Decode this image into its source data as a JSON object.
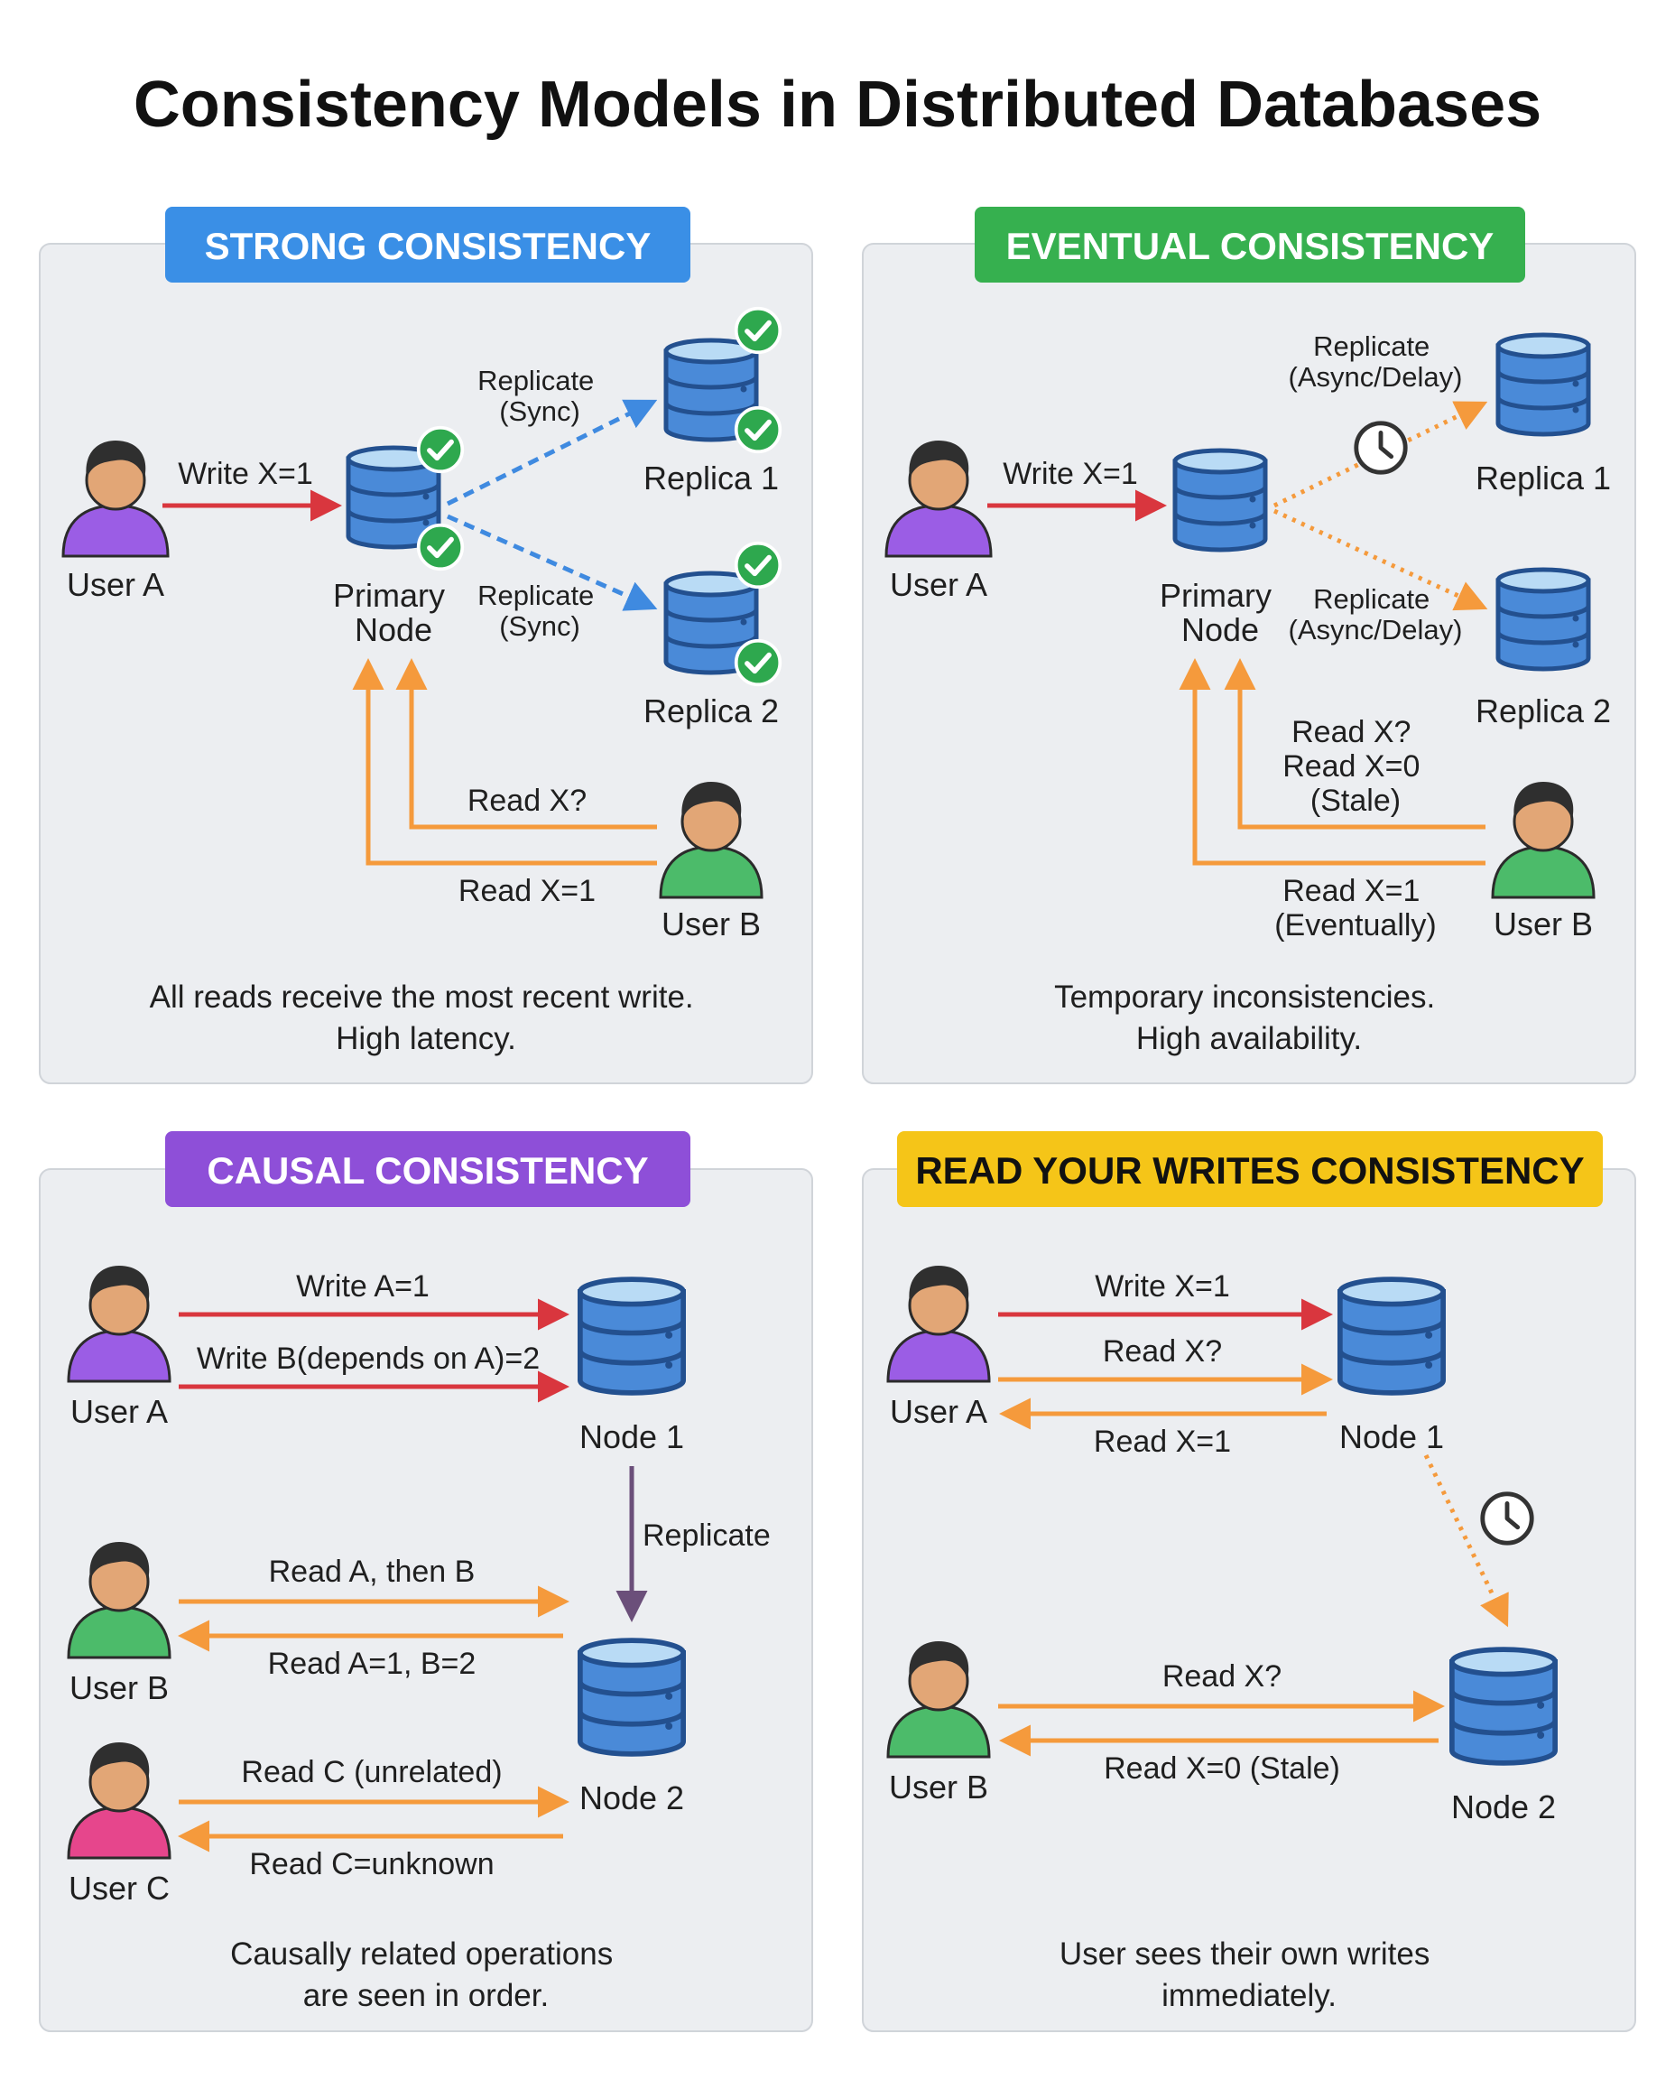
{
  "title": "Consistency Models in Distributed Databases",
  "colors": {
    "strong": "#3a8fe6",
    "eventual": "#36b04f",
    "causal": "#8e4fd8",
    "ryw": "#f5c518",
    "write_arrow": "#d9363e",
    "read_arrow": "#f59a3c",
    "sync_arrow": "#3f8ae0",
    "replicate_arrow": "#6b4f7a",
    "db_fill": "#4a8ad8",
    "db_top": "#b9dbf5",
    "db_stroke": "#23508f",
    "check": "#2ea84e",
    "panel_bg": "#eceef1",
    "panel_border": "#d0d4d9"
  },
  "strong": {
    "badge": "STRONG CONSISTENCY",
    "user_a": "User A",
    "write_label": "Write X=1",
    "primary": [
      "Primary",
      "Node"
    ],
    "replicate_top": [
      "Replicate",
      "(Sync)"
    ],
    "replicate_bottom": [
      "Replicate",
      "(Sync)"
    ],
    "replica1": "Replica 1",
    "replica2": "Replica 2",
    "read_q": "Read X?",
    "read_a": "Read X=1",
    "user_b": "User B",
    "caption": [
      "All reads receive the most recent write.",
      "High latency."
    ]
  },
  "eventual": {
    "badge": "EVENTUAL CONSISTENCY",
    "user_a": "User A",
    "write_label": "Write X=1",
    "primary": [
      "Primary",
      "Node"
    ],
    "replicate_top": [
      "Replicate",
      "(Async/Delay)"
    ],
    "replicate_bottom": [
      "Replicate",
      "(Async/Delay)"
    ],
    "replica1": "Replica 1",
    "replica2": "Replica 2",
    "read_stale": [
      "Read X?",
      "Read X=0",
      "(Stale)"
    ],
    "read_eventual": [
      "Read X=1",
      "(Eventually)"
    ],
    "user_b": "User B",
    "caption": [
      "Temporary inconsistencies.",
      "High availability."
    ]
  },
  "causal": {
    "badge": "CAUSAL CONSISTENCY",
    "user_a": "User A",
    "write_a": "Write A=1",
    "write_b": "Write B(depends on A)=2",
    "node1": "Node 1",
    "replicate": "Replicate",
    "user_b": "User B",
    "read_ab": "Read A, then B",
    "read_ab_result": "Read A=1, B=2",
    "user_c": "User C",
    "read_c": "Read C (unrelated)",
    "read_c_result": "Read C=unknown",
    "node2": "Node 2",
    "caption": [
      "Causally related operations",
      "are seen in order."
    ]
  },
  "ryw": {
    "badge": "READ YOUR WRITES CONSISTENCY",
    "user_a": "User A",
    "write_label": "Write X=1",
    "read_q": "Read X?",
    "read_a": "Read X=1",
    "node1": "Node 1",
    "user_b": "User B",
    "read_q2": "Read X?",
    "read_stale": "Read X=0 (Stale)",
    "node2": "Node 2",
    "caption": [
      "User sees their own writes",
      "immediately."
    ]
  }
}
